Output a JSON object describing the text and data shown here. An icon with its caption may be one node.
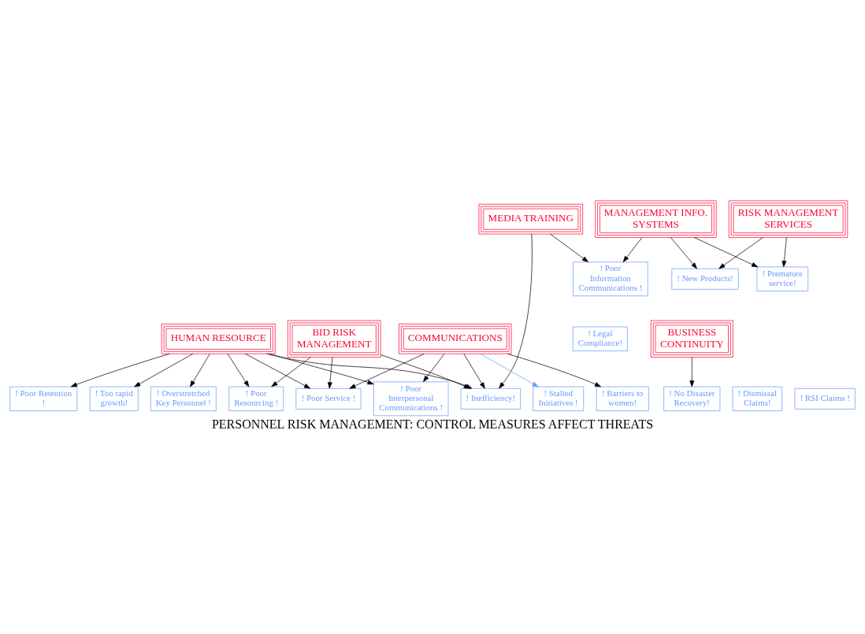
{
  "diagram": {
    "title": "PERSONNEL RISK MANAGEMENT: CONTROL MEASURES AFFECT THREATS",
    "nodes": [
      {
        "text": [
          "MEDIA TRAINING"
        ]
      },
      {
        "text": [
          "! Premature service!"
        ]
      },
      {
        "text": [
          "! New Products!"
        ]
      },
      {
        "text": [
          "RISK MANAGEMENT SERVICES"
        ]
      },
      {
        "text": [
          "! Poor Information Communications !"
        ]
      },
      {
        "text": [
          "MANAGEMENT INFO. SYSTEMS"
        ]
      },
      {
        "text": [
          "! Poor Retention !"
        ]
      },
      {
        "text": [
          "! Barriers to women!"
        ]
      },
      {
        "text": [
          "HUMAN RESOURCE"
        ]
      },
      {
        "text": [
          "! Poor Service !"
        ]
      },
      {
        "text": [
          "! Too rapid growth!"
        ]
      },
      {
        "text": [
          "! Poor Interpersonal Communications !"
        ]
      },
      {
        "text": [
          "! Inefficiency!"
        ]
      },
      {
        "text": [
          "! Legal Compliance!"
        ]
      },
      {
        "text": [
          "BUSINESS CONTINUITY"
        ]
      },
      {
        "text": [
          "! No Disaster Recovery!"
        ]
      },
      {
        "text": [
          "COMMUNICATIONS"
        ]
      },
      {
        "text": [
          "BID RISK MANAGEMENT"
        ]
      },
      {
        "text": [
          "! Overstretched Key Personnel !"
        ]
      },
      {
        "text": [
          "! Dismissal Claims!"
        ]
      },
      {
        "text": [
          "! Stalled Initiatives !"
        ]
      },
      {
        "text": [
          "! Poor Resourcing !"
        ]
      },
      {
        "text": [
          "! RSI Claims !"
        ]
      }
    ],
    "edges": [
      {
        "from": 0,
        "to": 4,
        "arrow": "to"
      },
      {
        "from": 0,
        "to": 12,
        "arrow": "to"
      },
      {
        "from": 3,
        "to": 1,
        "arrow": "to"
      },
      {
        "from": 3,
        "to": 2,
        "arrow": "to"
      },
      {
        "from": 5,
        "to": 2,
        "arrow": "to"
      },
      {
        "from": 5,
        "to": 4,
        "arrow": "to"
      },
      {
        "from": 5,
        "to": 1,
        "arrow": "to"
      },
      {
        "from": 8,
        "to": 6,
        "arrow": "to"
      },
      {
        "from": 8,
        "to": 9,
        "arrow": "to"
      },
      {
        "from": 8,
        "to": 11,
        "arrow": "to"
      },
      {
        "from": 8,
        "to": 12,
        "arrow": "to"
      },
      {
        "from": 8,
        "to": 10,
        "arrow": "to"
      },
      {
        "from": 8,
        "to": 18,
        "arrow": "to"
      },
      {
        "from": 8,
        "to": 21,
        "arrow": "to"
      },
      {
        "from": 14,
        "to": 15,
        "arrow": "to"
      },
      {
        "from": 16,
        "to": 11,
        "arrow": "to"
      },
      {
        "from": 16,
        "to": 9,
        "arrow": "to"
      },
      {
        "from": 16,
        "to": 12,
        "arrow": "to"
      },
      {
        "from": 16,
        "to": 7,
        "arrow": "to"
      },
      {
        "from": 16,
        "to": 20,
        "arrow": "to",
        "color": "#6699ff"
      },
      {
        "from": 17,
        "to": 9,
        "arrow": "to"
      },
      {
        "from": 17,
        "to": 12,
        "arrow": "to"
      },
      {
        "from": 17,
        "to": 21,
        "arrow": "to"
      }
    ]
  }
}
